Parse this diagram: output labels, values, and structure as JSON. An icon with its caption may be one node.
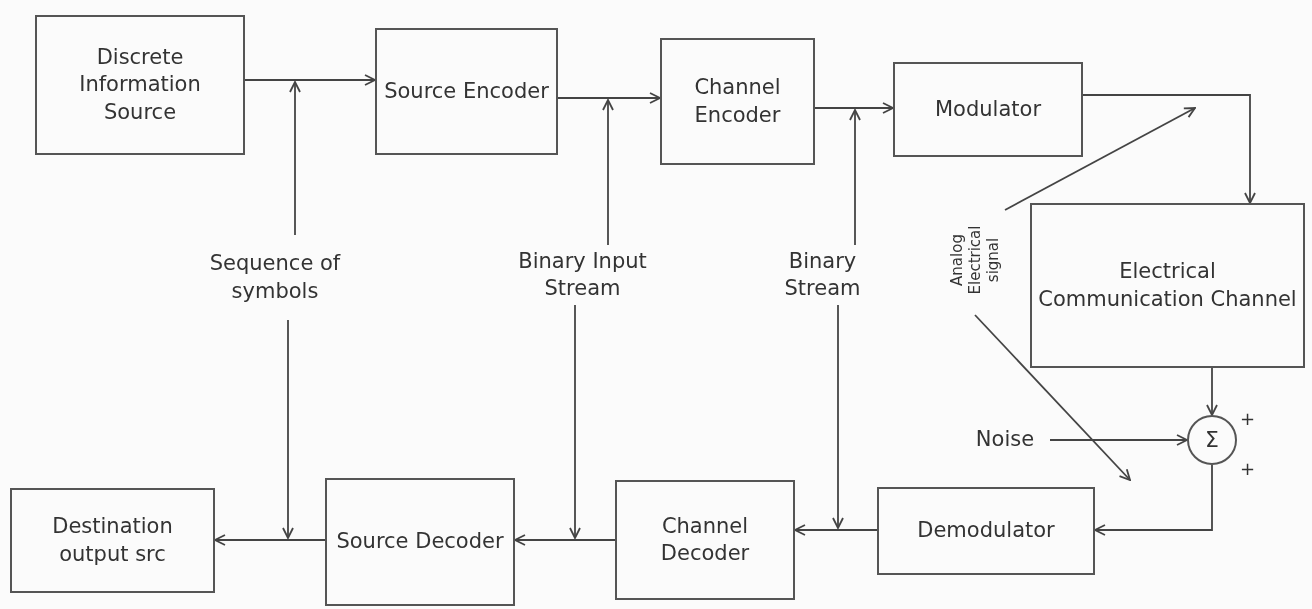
{
  "diagram": {
    "nodes": [
      {
        "text": [
          "Discrete Information Source"
        ]
      },
      {
        "text": [
          "Source Encoder"
        ]
      },
      {
        "text": [
          "Channel Encoder"
        ]
      },
      {
        "text": [
          "Modulator"
        ]
      },
      {
        "text": [
          "Electrical Communication Channel"
        ]
      },
      {
        "text": [
          "Σ"
        ]
      },
      {
        "text": [
          "Noise"
        ]
      },
      {
        "text": [
          "Demodulator"
        ]
      },
      {
        "text": [
          "Channel Decoder"
        ]
      },
      {
        "text": [
          "Source Decoder"
        ]
      },
      {
        "text": [
          "Destination output src"
        ]
      },
      {
        "text": [
          "Sequence of symbols"
        ]
      },
      {
        "text": [
          "Binary Input Stream"
        ]
      },
      {
        "text": [
          "Binary Stream"
        ]
      },
      {
        "text": [
          "Analog Electrical signal"
        ]
      }
    ],
    "edges": [
      {
        "from": 0,
        "to": 1,
        "arrow": "to"
      },
      {
        "from": 11,
        "to": null,
        "arrow": "to"
      },
      {
        "from": 1,
        "to": 2,
        "arrow": "to"
      },
      {
        "from": 12,
        "to": null,
        "arrow": "to"
      },
      {
        "from": 2,
        "to": 3,
        "arrow": "to"
      },
      {
        "from": 13,
        "to": null,
        "arrow": "to"
      },
      {
        "from": 3,
        "to": 4,
        "arrow": "to"
      },
      {
        "from": 14,
        "to": null,
        "arrow": "to"
      },
      {
        "from": 14,
        "to": null,
        "arrow": "to"
      },
      {
        "from": 4,
        "to": 5,
        "arrow": "to"
      },
      {
        "from": 6,
        "to": 5,
        "arrow": "to"
      },
      {
        "from": 5,
        "to": 7,
        "arrow": "to"
      },
      {
        "from": 7,
        "to": 8,
        "arrow": "to"
      },
      {
        "from": 13,
        "to": null,
        "arrow": "to"
      },
      {
        "from": 8,
        "to": 9,
        "arrow": "to"
      },
      {
        "from": 12,
        "to": null,
        "arrow": "to"
      },
      {
        "from": 9,
        "to": 10,
        "arrow": "to"
      },
      {
        "from": 11,
        "to": null,
        "arrow": "to"
      }
    ],
    "labels": [
      "+",
      "+"
    ]
  }
}
